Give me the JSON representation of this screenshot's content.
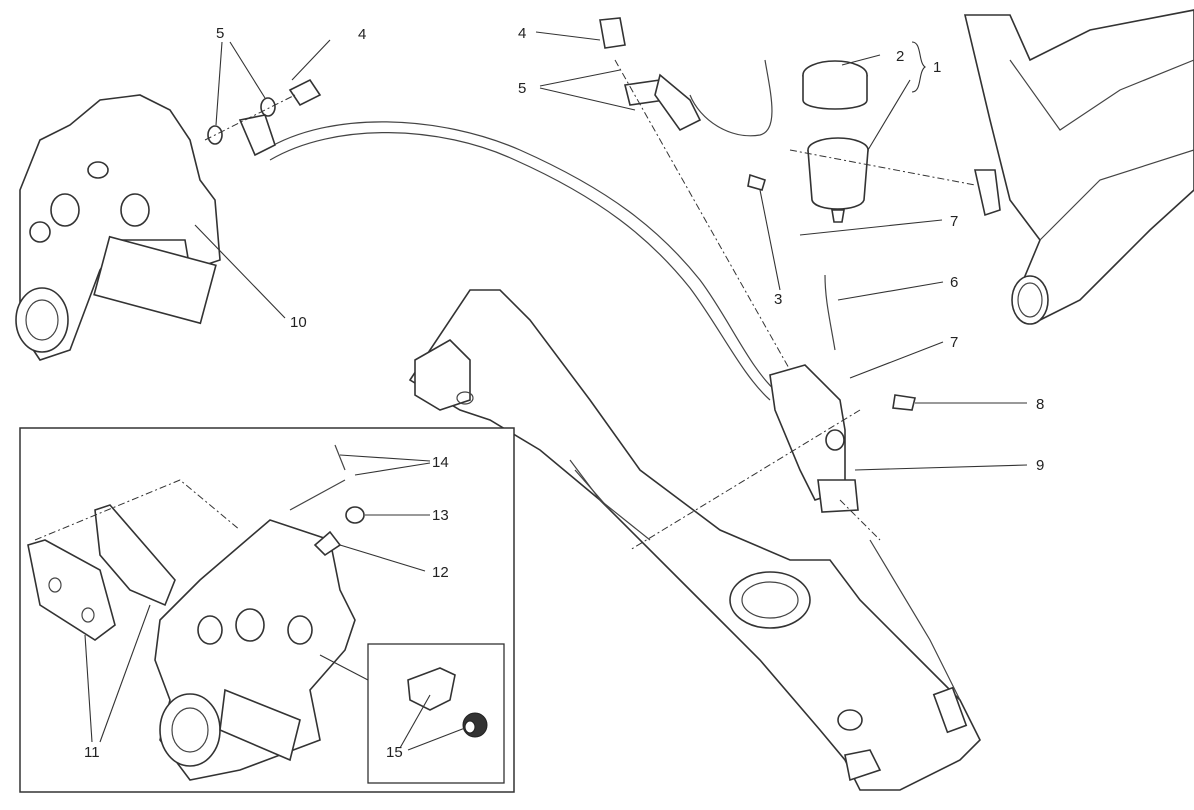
{
  "diagram": {
    "title": "Rear brake system exploded view",
    "callouts": [
      {
        "id": "c1",
        "text": "1"
      },
      {
        "id": "c2",
        "text": "2"
      },
      {
        "id": "c3",
        "text": "3"
      },
      {
        "id": "c4a",
        "text": "4"
      },
      {
        "id": "c4b",
        "text": "4"
      },
      {
        "id": "c5a",
        "text": "5"
      },
      {
        "id": "c5b",
        "text": "5"
      },
      {
        "id": "c6",
        "text": "6"
      },
      {
        "id": "c7a",
        "text": "7"
      },
      {
        "id": "c7b",
        "text": "7"
      },
      {
        "id": "c8",
        "text": "8"
      },
      {
        "id": "c9",
        "text": "9"
      },
      {
        "id": "c10",
        "text": "10"
      },
      {
        "id": "c11",
        "text": "11"
      },
      {
        "id": "c12",
        "text": "12"
      },
      {
        "id": "c13",
        "text": "13"
      },
      {
        "id": "c14",
        "text": "14"
      },
      {
        "id": "c15",
        "text": "15"
      }
    ]
  }
}
